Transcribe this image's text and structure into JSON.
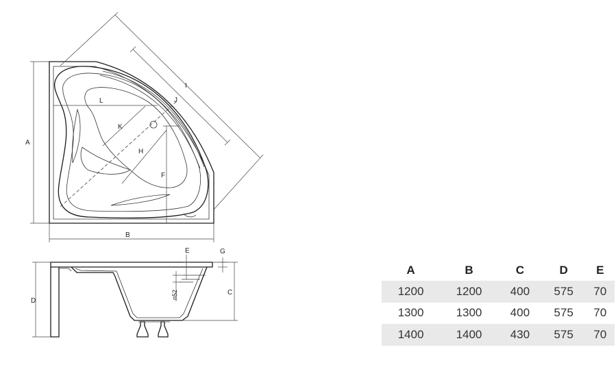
{
  "plan_view": {
    "labels": {
      "a": "A",
      "b": "B",
      "f": "F",
      "h": "H",
      "i": "I",
      "j": "J",
      "k": "K",
      "l": "L"
    }
  },
  "side_view": {
    "labels": {
      "c": "C",
      "d": "D",
      "e": "E",
      "g": "G",
      "n52": "n52"
    }
  },
  "table": {
    "headers": [
      "A",
      "B",
      "C",
      "D",
      "E"
    ],
    "rows": [
      [
        "1200",
        "1200",
        "400",
        "575",
        "70"
      ],
      [
        "1300",
        "1300",
        "400",
        "575",
        "70"
      ],
      [
        "1400",
        "1400",
        "430",
        "575",
        "70"
      ]
    ]
  }
}
